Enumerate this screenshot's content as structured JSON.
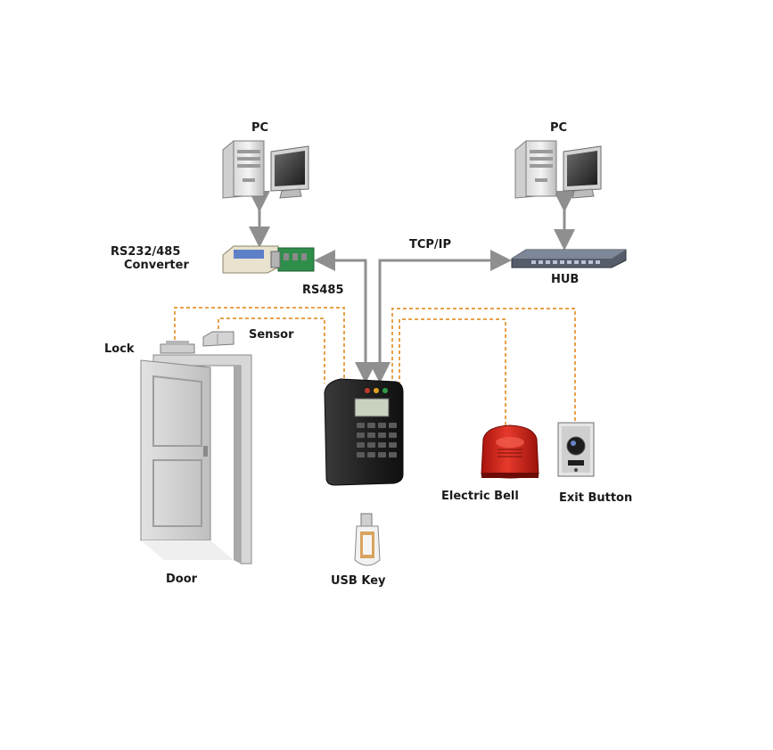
{
  "labels": {
    "pc_left": "PC",
    "pc_right": "PC",
    "converter_line1": "RS232/485",
    "converter_line2": "Converter",
    "tcpip": "TCP/IP",
    "hub": "HUB",
    "rs485": "RS485",
    "lock": "Lock",
    "sensor": "Sensor",
    "electric_bell": "Electric Bell",
    "exit_button": "Exit Button",
    "door": "Door",
    "usb_key": "USB Key"
  },
  "colors": {
    "wire_dashed": "#e8a24a",
    "cable_gray": "#8f8f8f",
    "bell_red": "#d8261c",
    "device_black": "#222222",
    "door_gray": "#c9c9c9"
  },
  "icons": [
    "pc-icon",
    "monitor-icon",
    "converter-icon",
    "hub-icon",
    "access-terminal-icon",
    "door-icon",
    "lock-icon",
    "sensor-icon",
    "bell-icon",
    "exit-button-icon",
    "usb-key-icon"
  ]
}
